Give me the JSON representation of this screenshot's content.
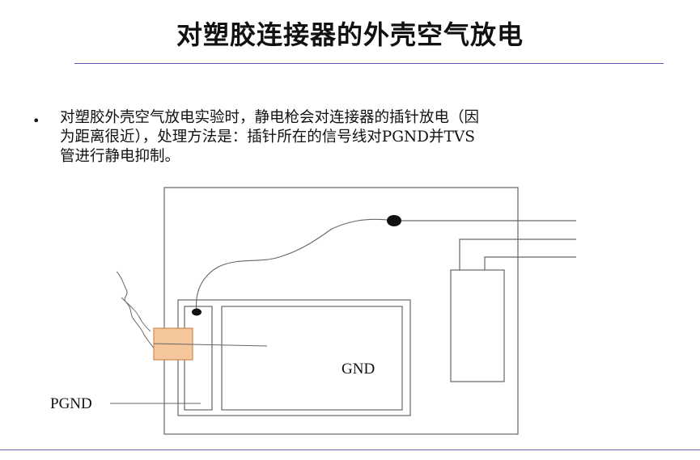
{
  "slide": {
    "title": "对塑胶连接器的外壳空气放电",
    "bullet": {
      "line1": "对塑胶外壳空气放电实验时，静电枪会对连接器的插针放电（因",
      "line2": "为距离很近），处理方法是：插针所在的信号线对PGND并TVS",
      "line3": "管进行静电抑制。"
    }
  },
  "diagram": {
    "labels": {
      "gnd": "GND",
      "pgnd": "PGND"
    },
    "colors": {
      "connector_fill": "#f5c79c",
      "connector_stroke": "#d08a50",
      "line": "#555555",
      "rule": "#5a5aa8"
    }
  }
}
